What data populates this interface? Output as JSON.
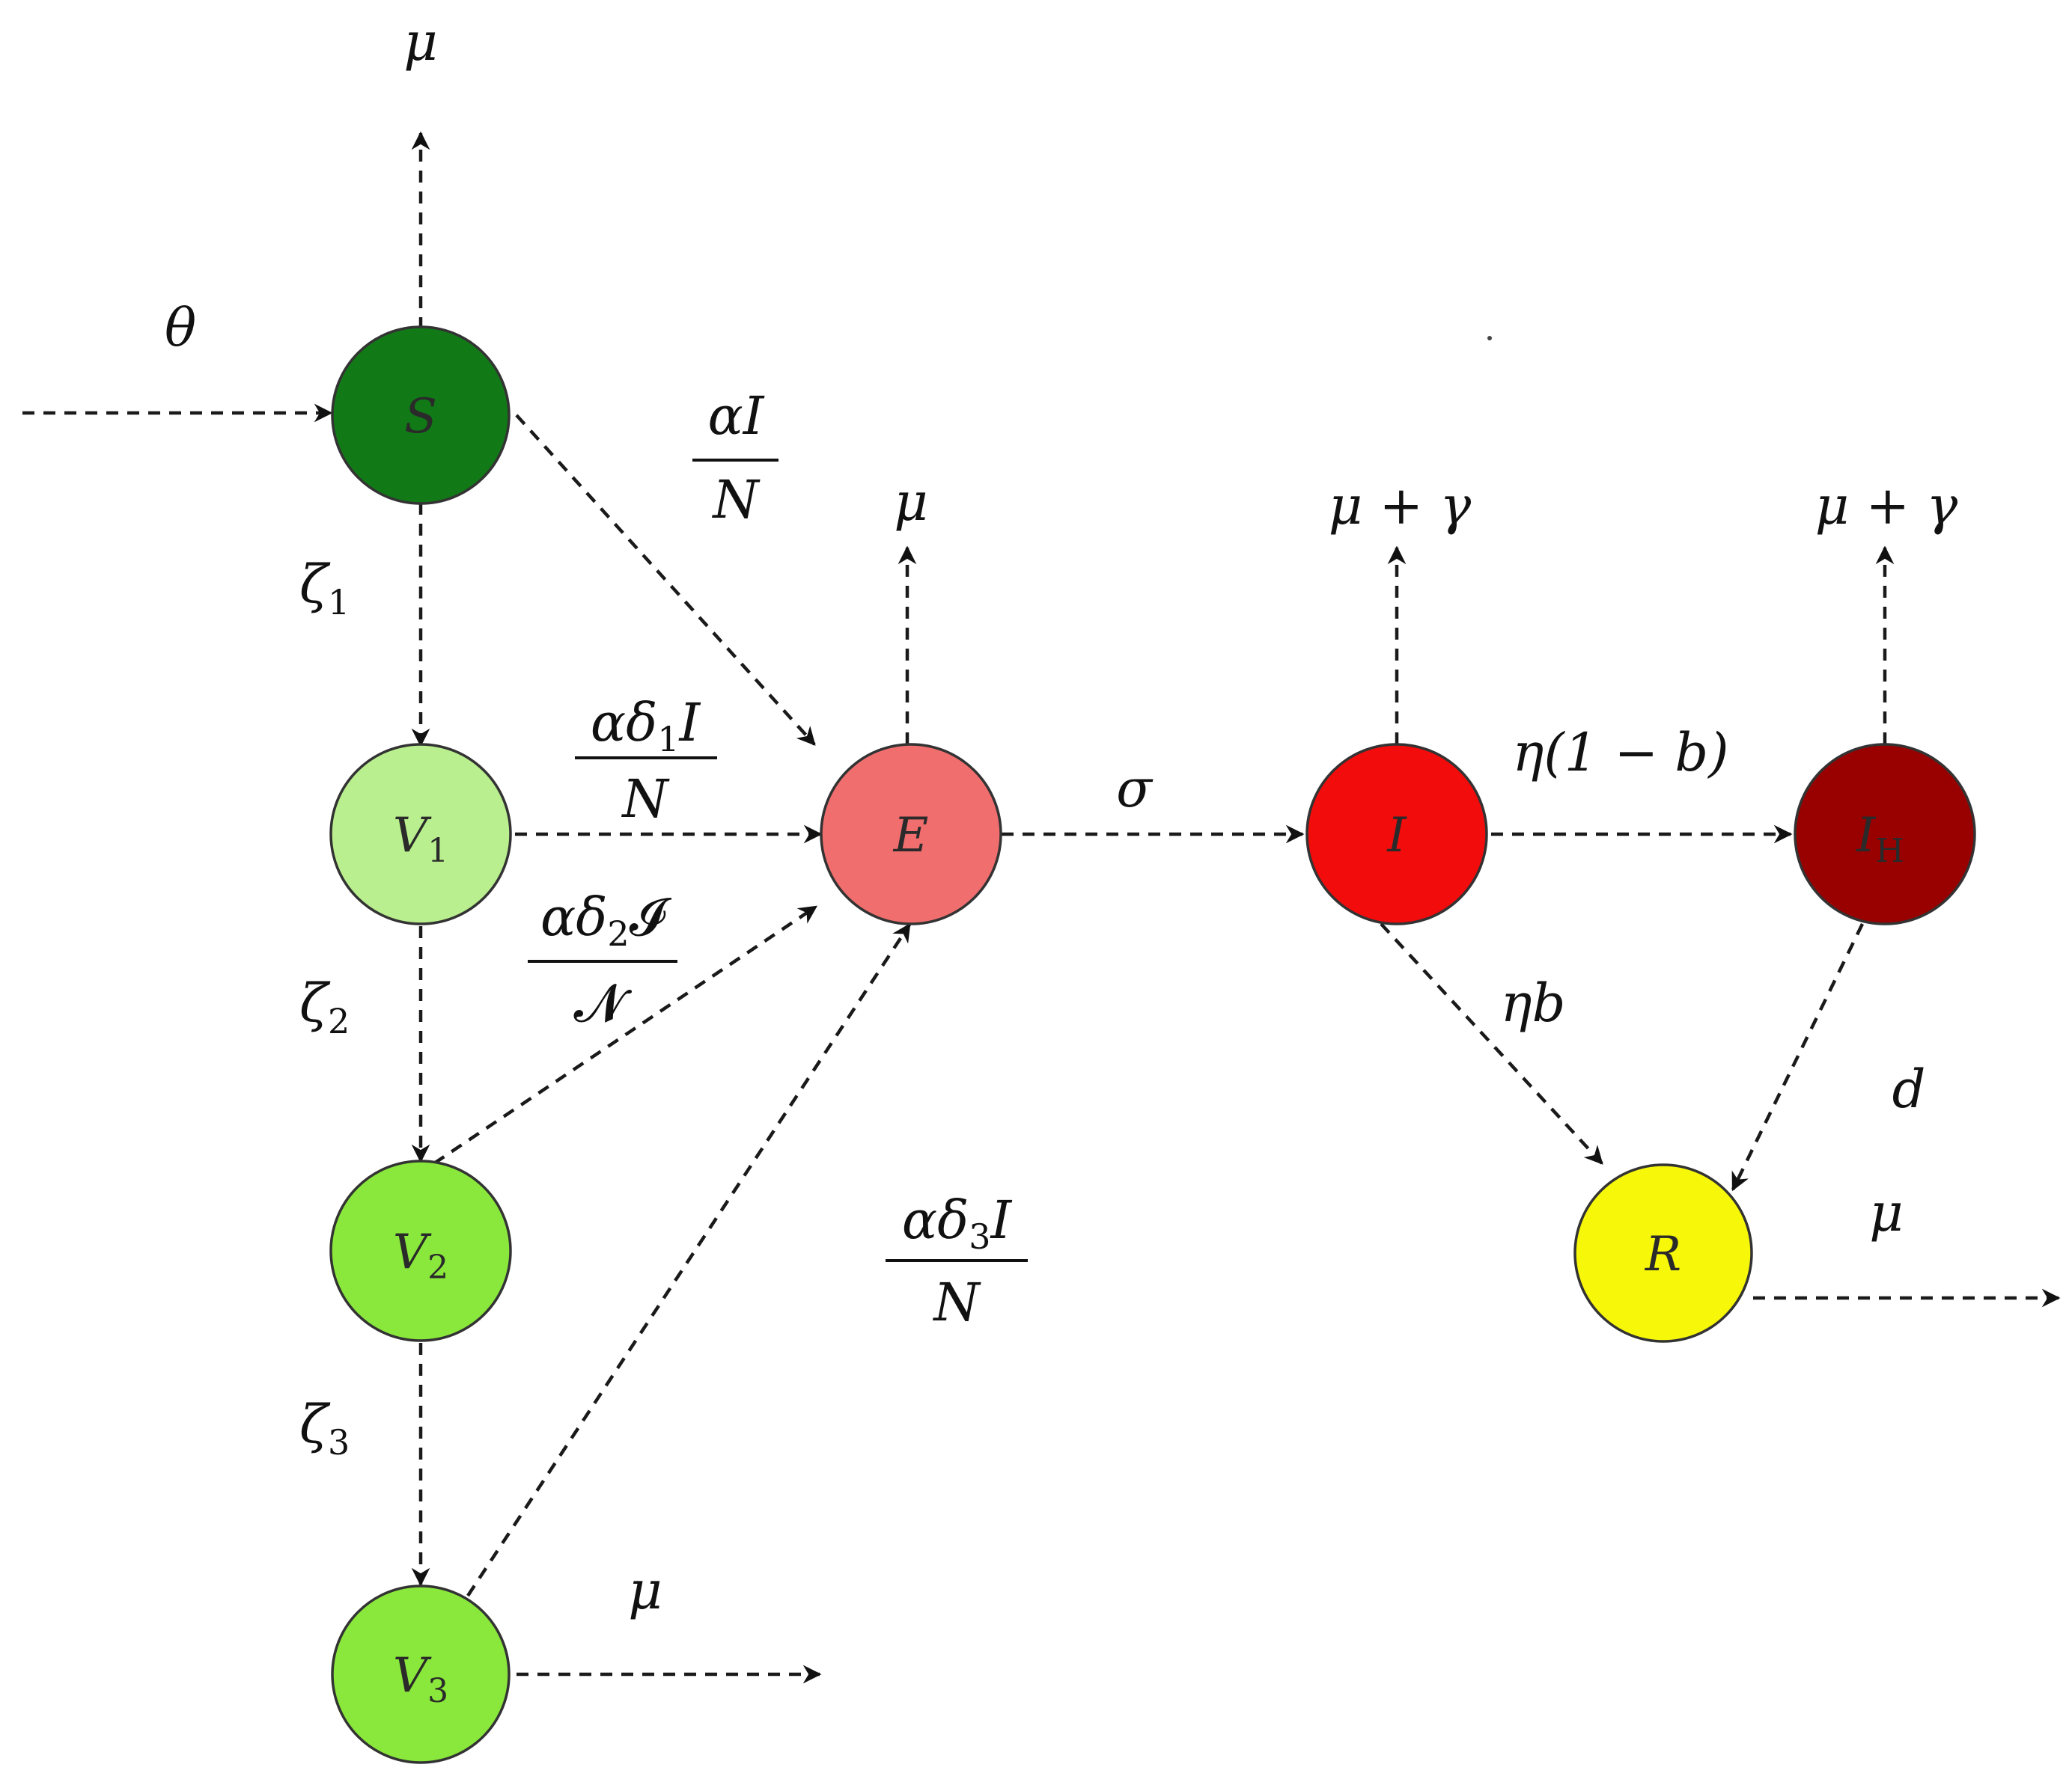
{
  "nodes": {
    "S": {
      "label": "S",
      "fill": "#117a17"
    },
    "V1": {
      "label": "V",
      "sub": "1",
      "fill": "#b9ef8e"
    },
    "V2": {
      "label": "V",
      "sub": "2",
      "fill": "#8ae83c"
    },
    "V3": {
      "label": "V",
      "sub": "3",
      "fill": "#8ae83c"
    },
    "E": {
      "label": "E",
      "fill": "#f06e6e"
    },
    "I": {
      "label": "I",
      "fill": "#f20c0c"
    },
    "IH": {
      "label": "I",
      "sub": "H",
      "fill": "#990000"
    },
    "R": {
      "label": "R",
      "fill": "#f7f70a"
    }
  },
  "labels": {
    "theta": "θ",
    "mu": "μ",
    "mu_gamma": "μ + γ",
    "zeta": "ζ",
    "zeta1_sub": "1",
    "zeta2_sub": "2",
    "zeta3_sub": "3",
    "sigma": "σ",
    "eta_b": "ηb",
    "eta_1mb": "η(1 − b)",
    "d": "d",
    "alpha_I": "αI",
    "N": "N",
    "alpha_delta": "αδ",
    "delta1_sub": "1",
    "delta2_sub": "2",
    "delta3_sub": "3",
    "I_letter": "I",
    "script_I": "𝓘",
    "script_N": "𝓝"
  }
}
